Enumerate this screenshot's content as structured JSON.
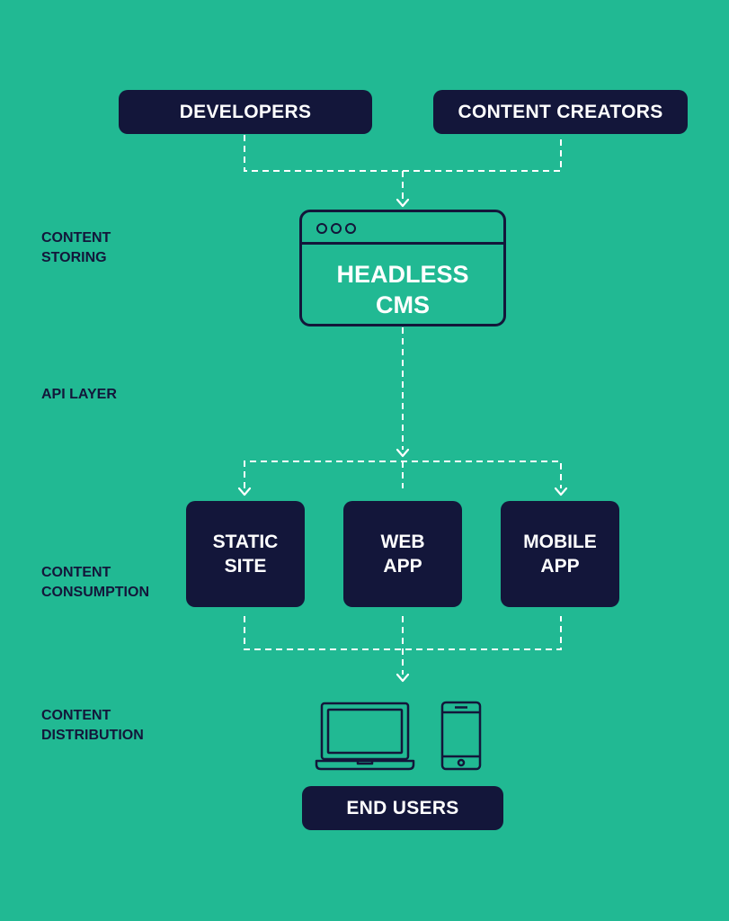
{
  "colors": {
    "background": "#21b993",
    "dark": "#13163a",
    "text_on_dark": "#ffffff"
  },
  "sources": [
    {
      "label": "DEVELOPERS"
    },
    {
      "label": "CONTENT CREATORS"
    }
  ],
  "cms": {
    "line1": "HEADLESS",
    "line2": "CMS"
  },
  "layers": [
    {
      "line1": "CONTENT",
      "line2": "STORING"
    },
    {
      "line1": "API LAYER",
      "line2": ""
    },
    {
      "line1": "CONTENT",
      "line2": "CONSUMPTION"
    },
    {
      "line1": "CONTENT",
      "line2": "DISTRIBUTION"
    }
  ],
  "apps": [
    {
      "line1": "STATIC",
      "line2": "SITE"
    },
    {
      "line1": "WEB",
      "line2": "APP"
    },
    {
      "line1": "MOBILE",
      "line2": "APP"
    }
  ],
  "devices": {
    "icons": [
      "laptop-icon",
      "smartphone-icon"
    ]
  },
  "end_users": {
    "label": "END USERS"
  }
}
